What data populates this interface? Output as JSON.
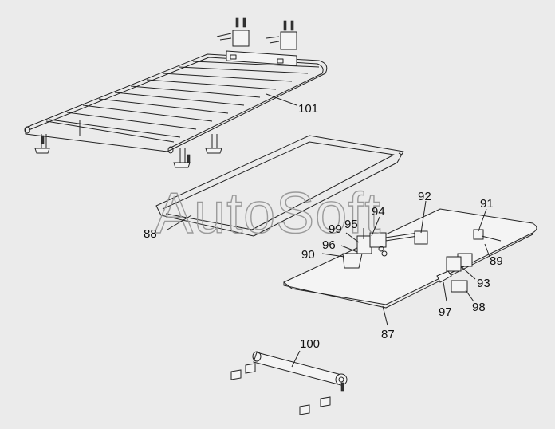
{
  "watermark": "AutoSoft",
  "callouts": [
    {
      "id": "101",
      "label": "101"
    },
    {
      "id": "88",
      "label": "88"
    },
    {
      "id": "92",
      "label": "92"
    },
    {
      "id": "94",
      "label": "94"
    },
    {
      "id": "95",
      "label": "95"
    },
    {
      "id": "99",
      "label": "99"
    },
    {
      "id": "96",
      "label": "96"
    },
    {
      "id": "90",
      "label": "90"
    },
    {
      "id": "91",
      "label": "91"
    },
    {
      "id": "89",
      "label": "89"
    },
    {
      "id": "93",
      "label": "93"
    },
    {
      "id": "97",
      "label": "97"
    },
    {
      "id": "98",
      "label": "98"
    },
    {
      "id": "87",
      "label": "87"
    },
    {
      "id": "100",
      "label": "100"
    }
  ]
}
